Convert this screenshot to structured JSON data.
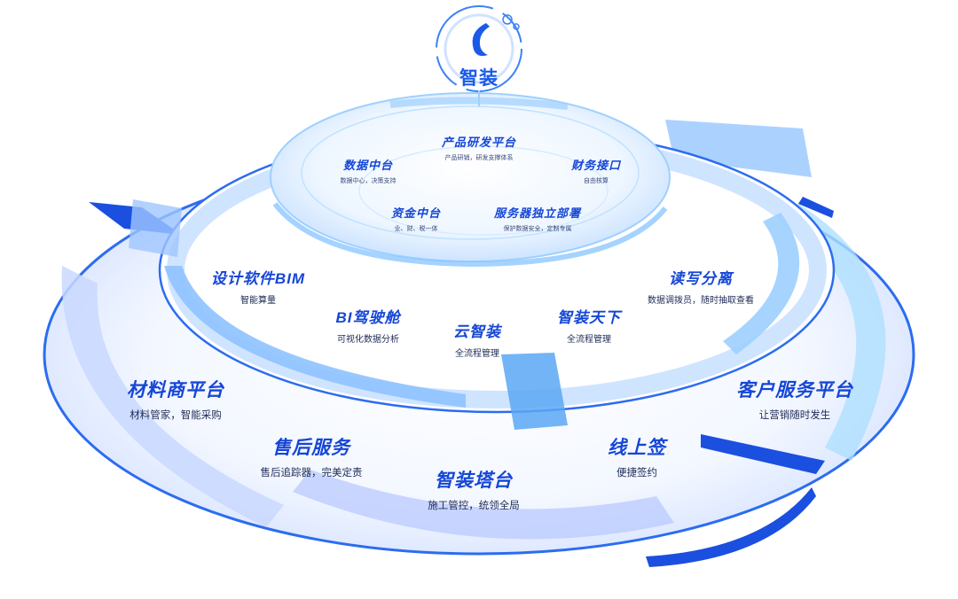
{
  "logo": {
    "name": "智装",
    "icon": "flame-logo-icon"
  },
  "colors": {
    "primary": "#1546d6",
    "accent": "#2c6cf0",
    "light": "#cfe4ff",
    "text": "#1e2a55"
  },
  "inner_ring": [
    {
      "id": "product",
      "title": "产品研发平台",
      "subtitle": "产品研销，研发支撑体系"
    },
    {
      "id": "data",
      "title": "数据中台",
      "subtitle": "数据中心，决策支持"
    },
    {
      "id": "finance",
      "title": "财务接口",
      "subtitle": "自由核算"
    },
    {
      "id": "funds",
      "title": "资金中台",
      "subtitle": "业、财、税一体"
    },
    {
      "id": "server",
      "title": "服务器独立部署",
      "subtitle": "保护数据安全，定制专属"
    }
  ],
  "middle_ring": [
    {
      "id": "bim",
      "title": "设计软件BIM",
      "subtitle": "智能算量"
    },
    {
      "id": "bi",
      "title": "BI驾驶舱",
      "subtitle": "可视化数据分析"
    },
    {
      "id": "cloud",
      "title": "云智装",
      "subtitle": "全流程管理"
    },
    {
      "id": "world",
      "title": "智装天下",
      "subtitle": "全流程管理"
    },
    {
      "id": "rw",
      "title": "读写分离",
      "subtitle": "数据调拨员，随时抽取查看"
    }
  ],
  "outer_ring": [
    {
      "id": "material",
      "title": "材料商平台",
      "subtitle": "材料管家，智能采购"
    },
    {
      "id": "after",
      "title": "售后服务",
      "subtitle": "售后追踪器，完美定责"
    },
    {
      "id": "tower",
      "title": "智装塔台",
      "subtitle": "施工管控，统领全局"
    },
    {
      "id": "sign",
      "title": "线上签",
      "subtitle": "便捷签约"
    },
    {
      "id": "customer",
      "title": "客户服务平台",
      "subtitle": "让营销随时发生"
    }
  ]
}
